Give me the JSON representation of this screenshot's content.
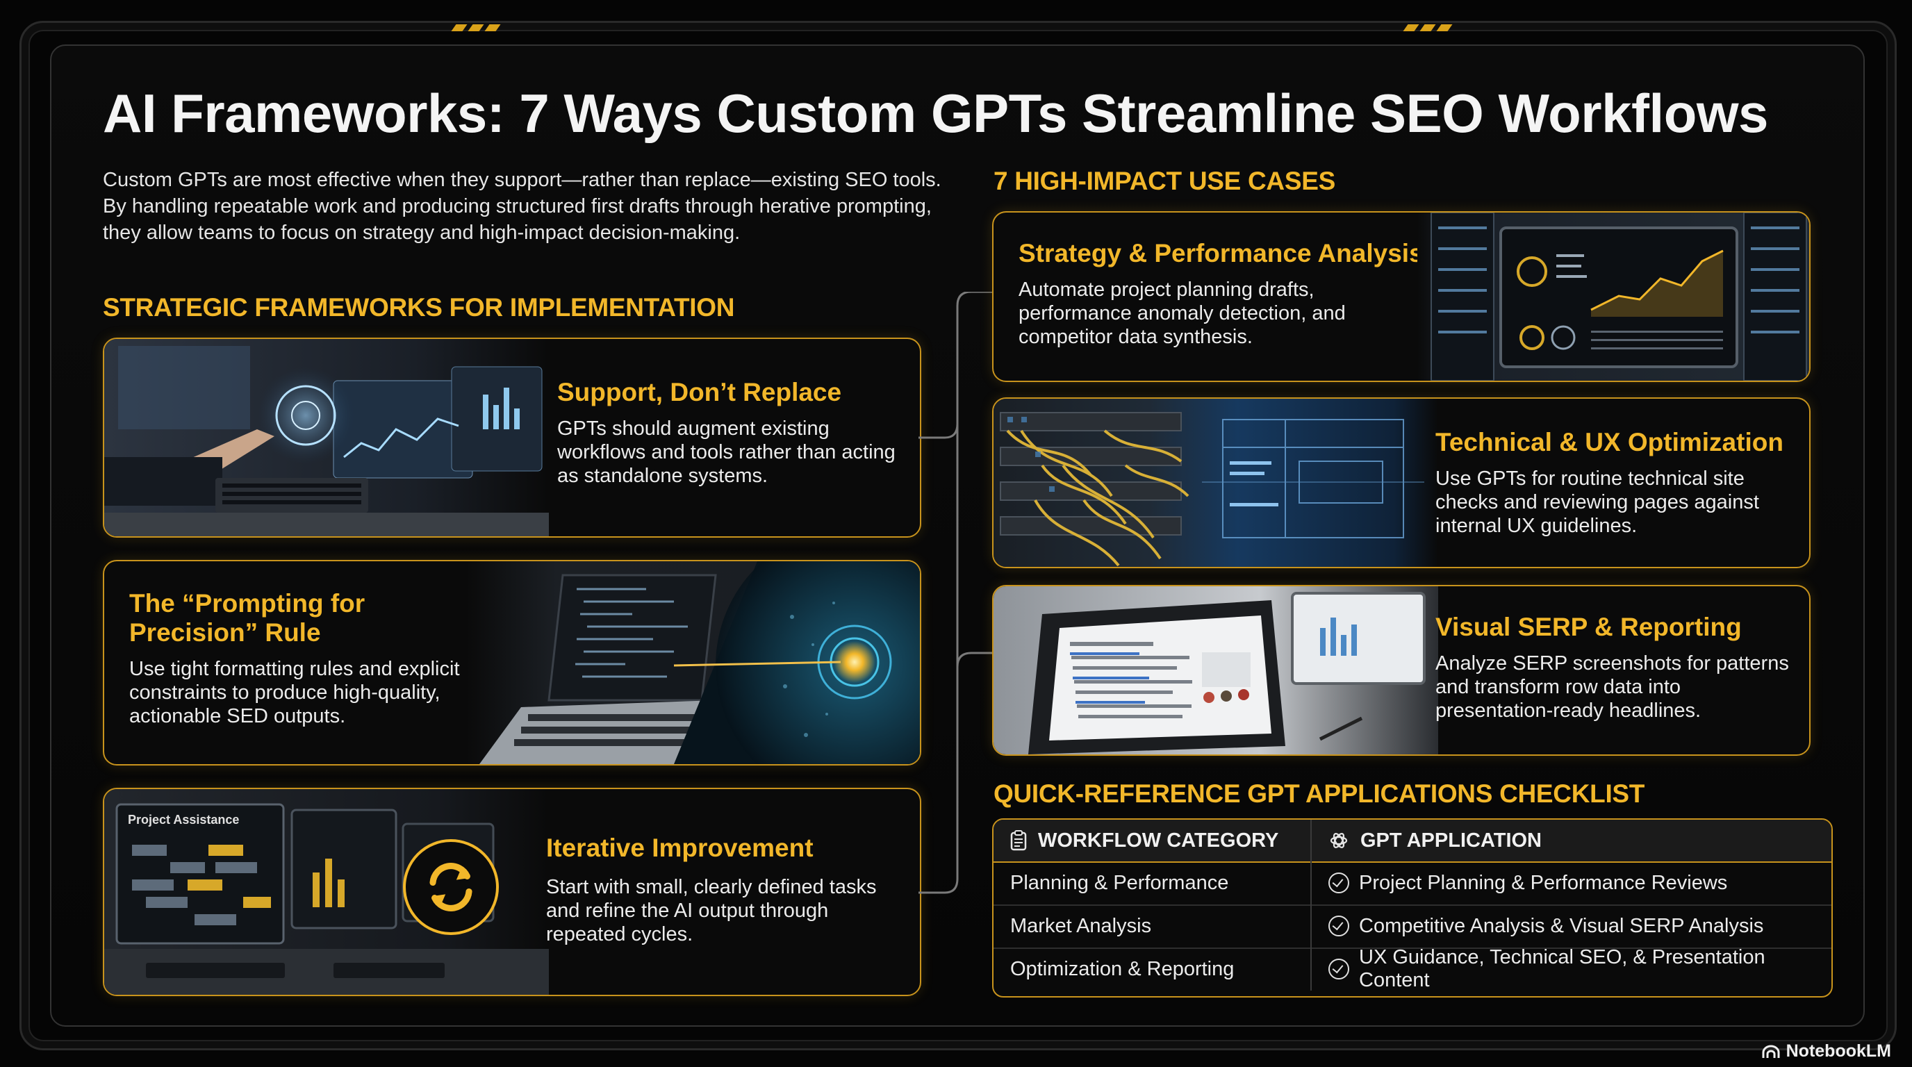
{
  "title": "AI Frameworks: 7 Ways Custom GPTs Streamline SEO Workflows",
  "intro": "Custom GPTs are most effective when they support—rather than replace—existing SEO tools. By handling repeatable work and producing structured first drafts through herative prompting, they allow teams to focus on strategy and high-impact decision-making.",
  "frameworks": {
    "heading": "STRATEGIC FRAMEWORKS FOR IMPLEMENTATION",
    "items": [
      {
        "title": "Support, Don’t Replace",
        "body": "GPTs should augment existing workflows and tools rather than acting as standalone systems."
      },
      {
        "title": "The “Prompting for Precision” Rule",
        "body": "Use tight formatting rules and explicit constraints to produce high-quality, actionable SED outputs."
      },
      {
        "title": "Iterative Improvement",
        "body": "Start with small, clearly defined tasks and refine the AI output through repeated cycles."
      }
    ],
    "image_text": {
      "project_screen": "Project Assistance"
    }
  },
  "use_cases": {
    "heading": "7 HIGH-IMPACT USE CASES",
    "items": [
      {
        "title": "Strategy & Performance Analysis",
        "body": "Automate project planning drafts, performance anomaly detection, and competitor data synthesis."
      },
      {
        "title": "Technical & UX Optimization",
        "body": "Use GPTs for routine technical site checks and reviewing pages against internal UX guidelines."
      },
      {
        "title": "Visual SERP & Reporting",
        "body": "Analyze SERP screenshots for patterns and transform row data into presentation-ready headlines."
      }
    ]
  },
  "checklist": {
    "heading": "QUICK-REFERENCE GPT APPLICATIONS CHECKLIST",
    "col1": "WORKFLOW CATEGORY",
    "col2": "GPT APPLICATION",
    "rows": [
      {
        "category": "Planning & Performance",
        "application": "Project Planning & Performance Reviews"
      },
      {
        "category": "Market Analysis",
        "application": "Competitive Analysis & Visual SERP Analysis"
      },
      {
        "category": "Optimization & Reporting",
        "application": "UX Guidance, Technical SEO, & Presentation Content"
      }
    ]
  },
  "brand": "NotebookLM",
  "colors": {
    "accent": "#f2b72a",
    "border": "#c8931c",
    "background": "#050505"
  }
}
